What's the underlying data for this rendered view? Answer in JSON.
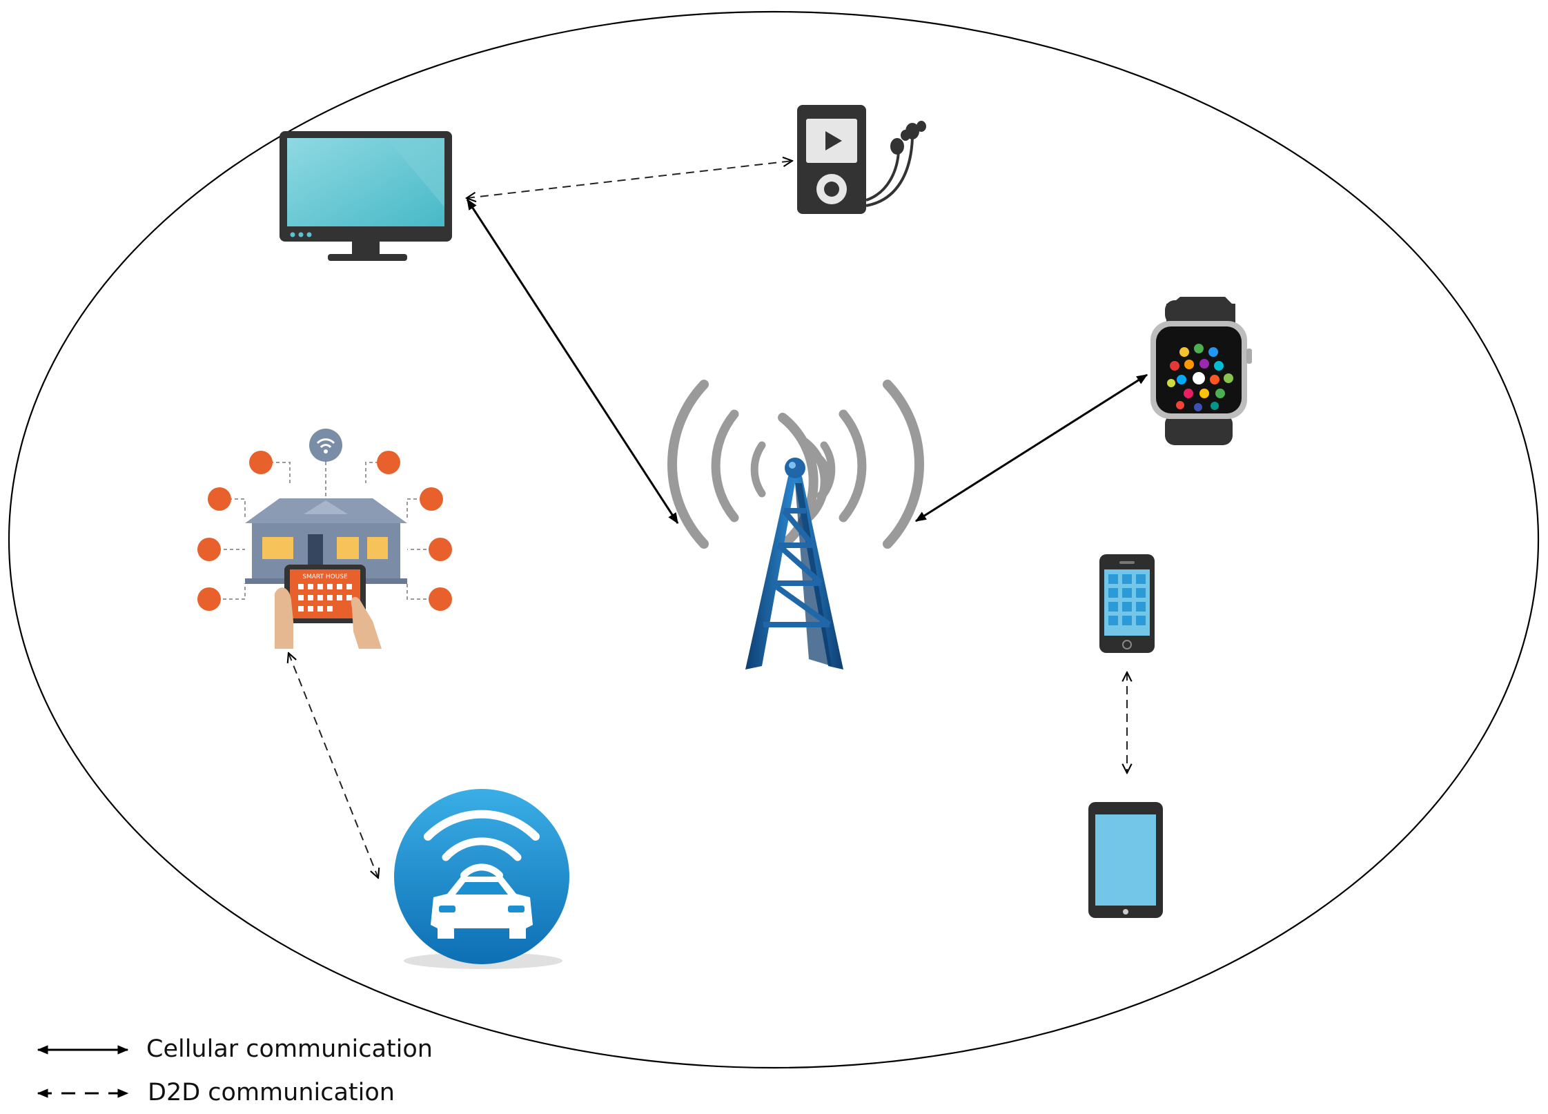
{
  "legend": {
    "cellular": "Cellular communication",
    "d2d": "D2D communication"
  },
  "smart_house_sign": "SMART HOUSE",
  "icons": {
    "monitor": "monitor-icon",
    "media_player": "media-player-icon",
    "tower": "cell-tower-icon",
    "smartwatch": "smartwatch-icon",
    "smart_house": "smart-house-icon",
    "smartphone": "smartphone-icon",
    "tablet": "tablet-icon",
    "connected_car": "connected-car-icon"
  },
  "links": [
    {
      "from": "monitor",
      "to": "media_player",
      "type": "d2d"
    },
    {
      "from": "monitor",
      "to": "tower",
      "type": "cellular"
    },
    {
      "from": "tower",
      "to": "smartwatch",
      "type": "cellular"
    },
    {
      "from": "smart_house",
      "to": "connected_car",
      "type": "d2d"
    },
    {
      "from": "smartphone",
      "to": "tablet",
      "type": "d2d"
    }
  ],
  "colors": {
    "cellular_line": "#000000",
    "d2d_line": "#222222",
    "tower_blue": "#1f67a8",
    "signal_grey": "#9a9a9a",
    "monitor_screen": "#5bc3cf",
    "house_orange": "#e8612c",
    "car_blue": "#1b8fcf",
    "device_dark": "#2e2e2e",
    "device_screen": "#74c6e8"
  }
}
